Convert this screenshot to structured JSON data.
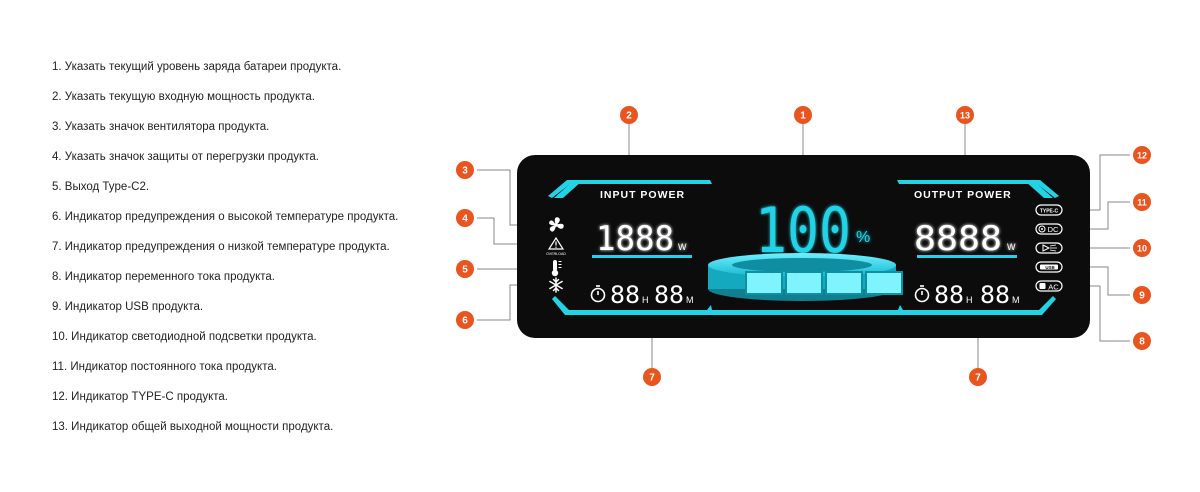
{
  "legend": [
    "1. Указать текущий уровень заряда батареи продукта.",
    "2. Указать текущую входную мощность продукта.",
    "3. Указать значок вентилятора продукта.",
    "4. Указать значок защиты от перегрузки продукта.",
    "5. Выход Type-C2.",
    "6. Индикатор предупреждения о высокой температуре продукта.",
    "7. Индикатор предупреждения о низкой температуре продукта.",
    "8. Индикатор переменного тока продукта.",
    "9. Индикатор USB продукта.",
    "10. Индикатор светодиодной подсветки продукта.",
    "11. Индикатор постоянного тока продукта.",
    "12. Индикатор TYPE-C продукта.",
    "13. Индикатор общей выходной мощности продукта."
  ],
  "display": {
    "input_label": "INPUT POWER",
    "output_label": "OUTPUT POWER",
    "input_digits": "1888",
    "output_digits": "8888",
    "watt_unit": "W",
    "battery_digits": "100",
    "percent": "%",
    "timer_hours": "88",
    "timer_h": "H",
    "timer_minutes": "88",
    "timer_m": "M",
    "overload_text": "OVERLOAD",
    "dc_text": "DC",
    "usb_text": "USB",
    "ac_text": "AC",
    "typec_text": "TYPE-C",
    "battery_level": 1.0
  },
  "markers": {
    "m1": "1",
    "m2": "2",
    "m3": "3",
    "m4": "4",
    "m5": "5",
    "m6": "6",
    "m7a": "7",
    "m7b": "7",
    "m8": "8",
    "m9": "9",
    "m10": "10",
    "m11": "11",
    "m12": "12",
    "m13": "13"
  },
  "colors": {
    "accent": "#e8551f",
    "cyan": "#22d3e6",
    "screen": "#0c0c0c"
  }
}
